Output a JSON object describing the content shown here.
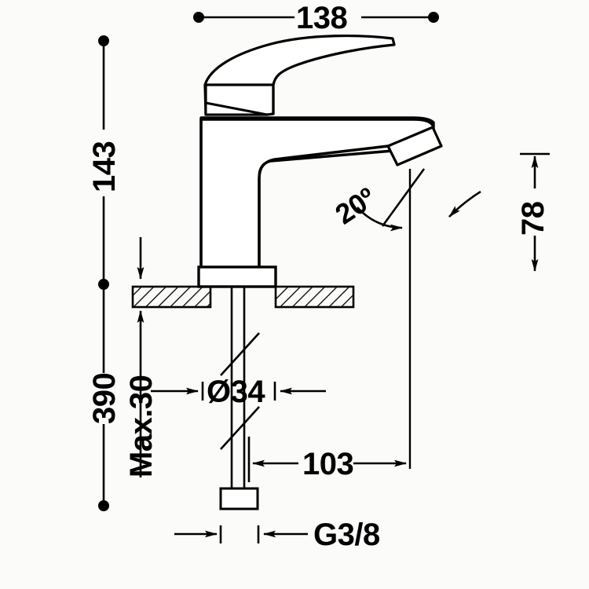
{
  "drawing": {
    "title": "Single-lever basin mixer tap dimensional drawing",
    "background_color": "#fbfbfa",
    "line_color": "#000000"
  },
  "dimensions": {
    "width_top": "138",
    "height_spout": "143",
    "height_total": "390",
    "deck_thickness": "Max.30",
    "hole_diameter": "Ø34",
    "spout_reach": "103",
    "outlet_height": "78",
    "spray_angle": "20º",
    "thread_size": "G3/8"
  },
  "parts": {
    "lever_handle": "lever-handle",
    "cartridge_housing": "cartridge-housing",
    "spout_body": "spout-body",
    "aerator": "aerator",
    "base_flange": "base-flange",
    "counter_deck": "counter-deck",
    "supply_tube": "supply-tube",
    "thread_nut": "thread-nut"
  },
  "annotations": {
    "angle_arrow": "angle-leader-arrow",
    "spray_indicator": "spray-direction-arrow"
  }
}
